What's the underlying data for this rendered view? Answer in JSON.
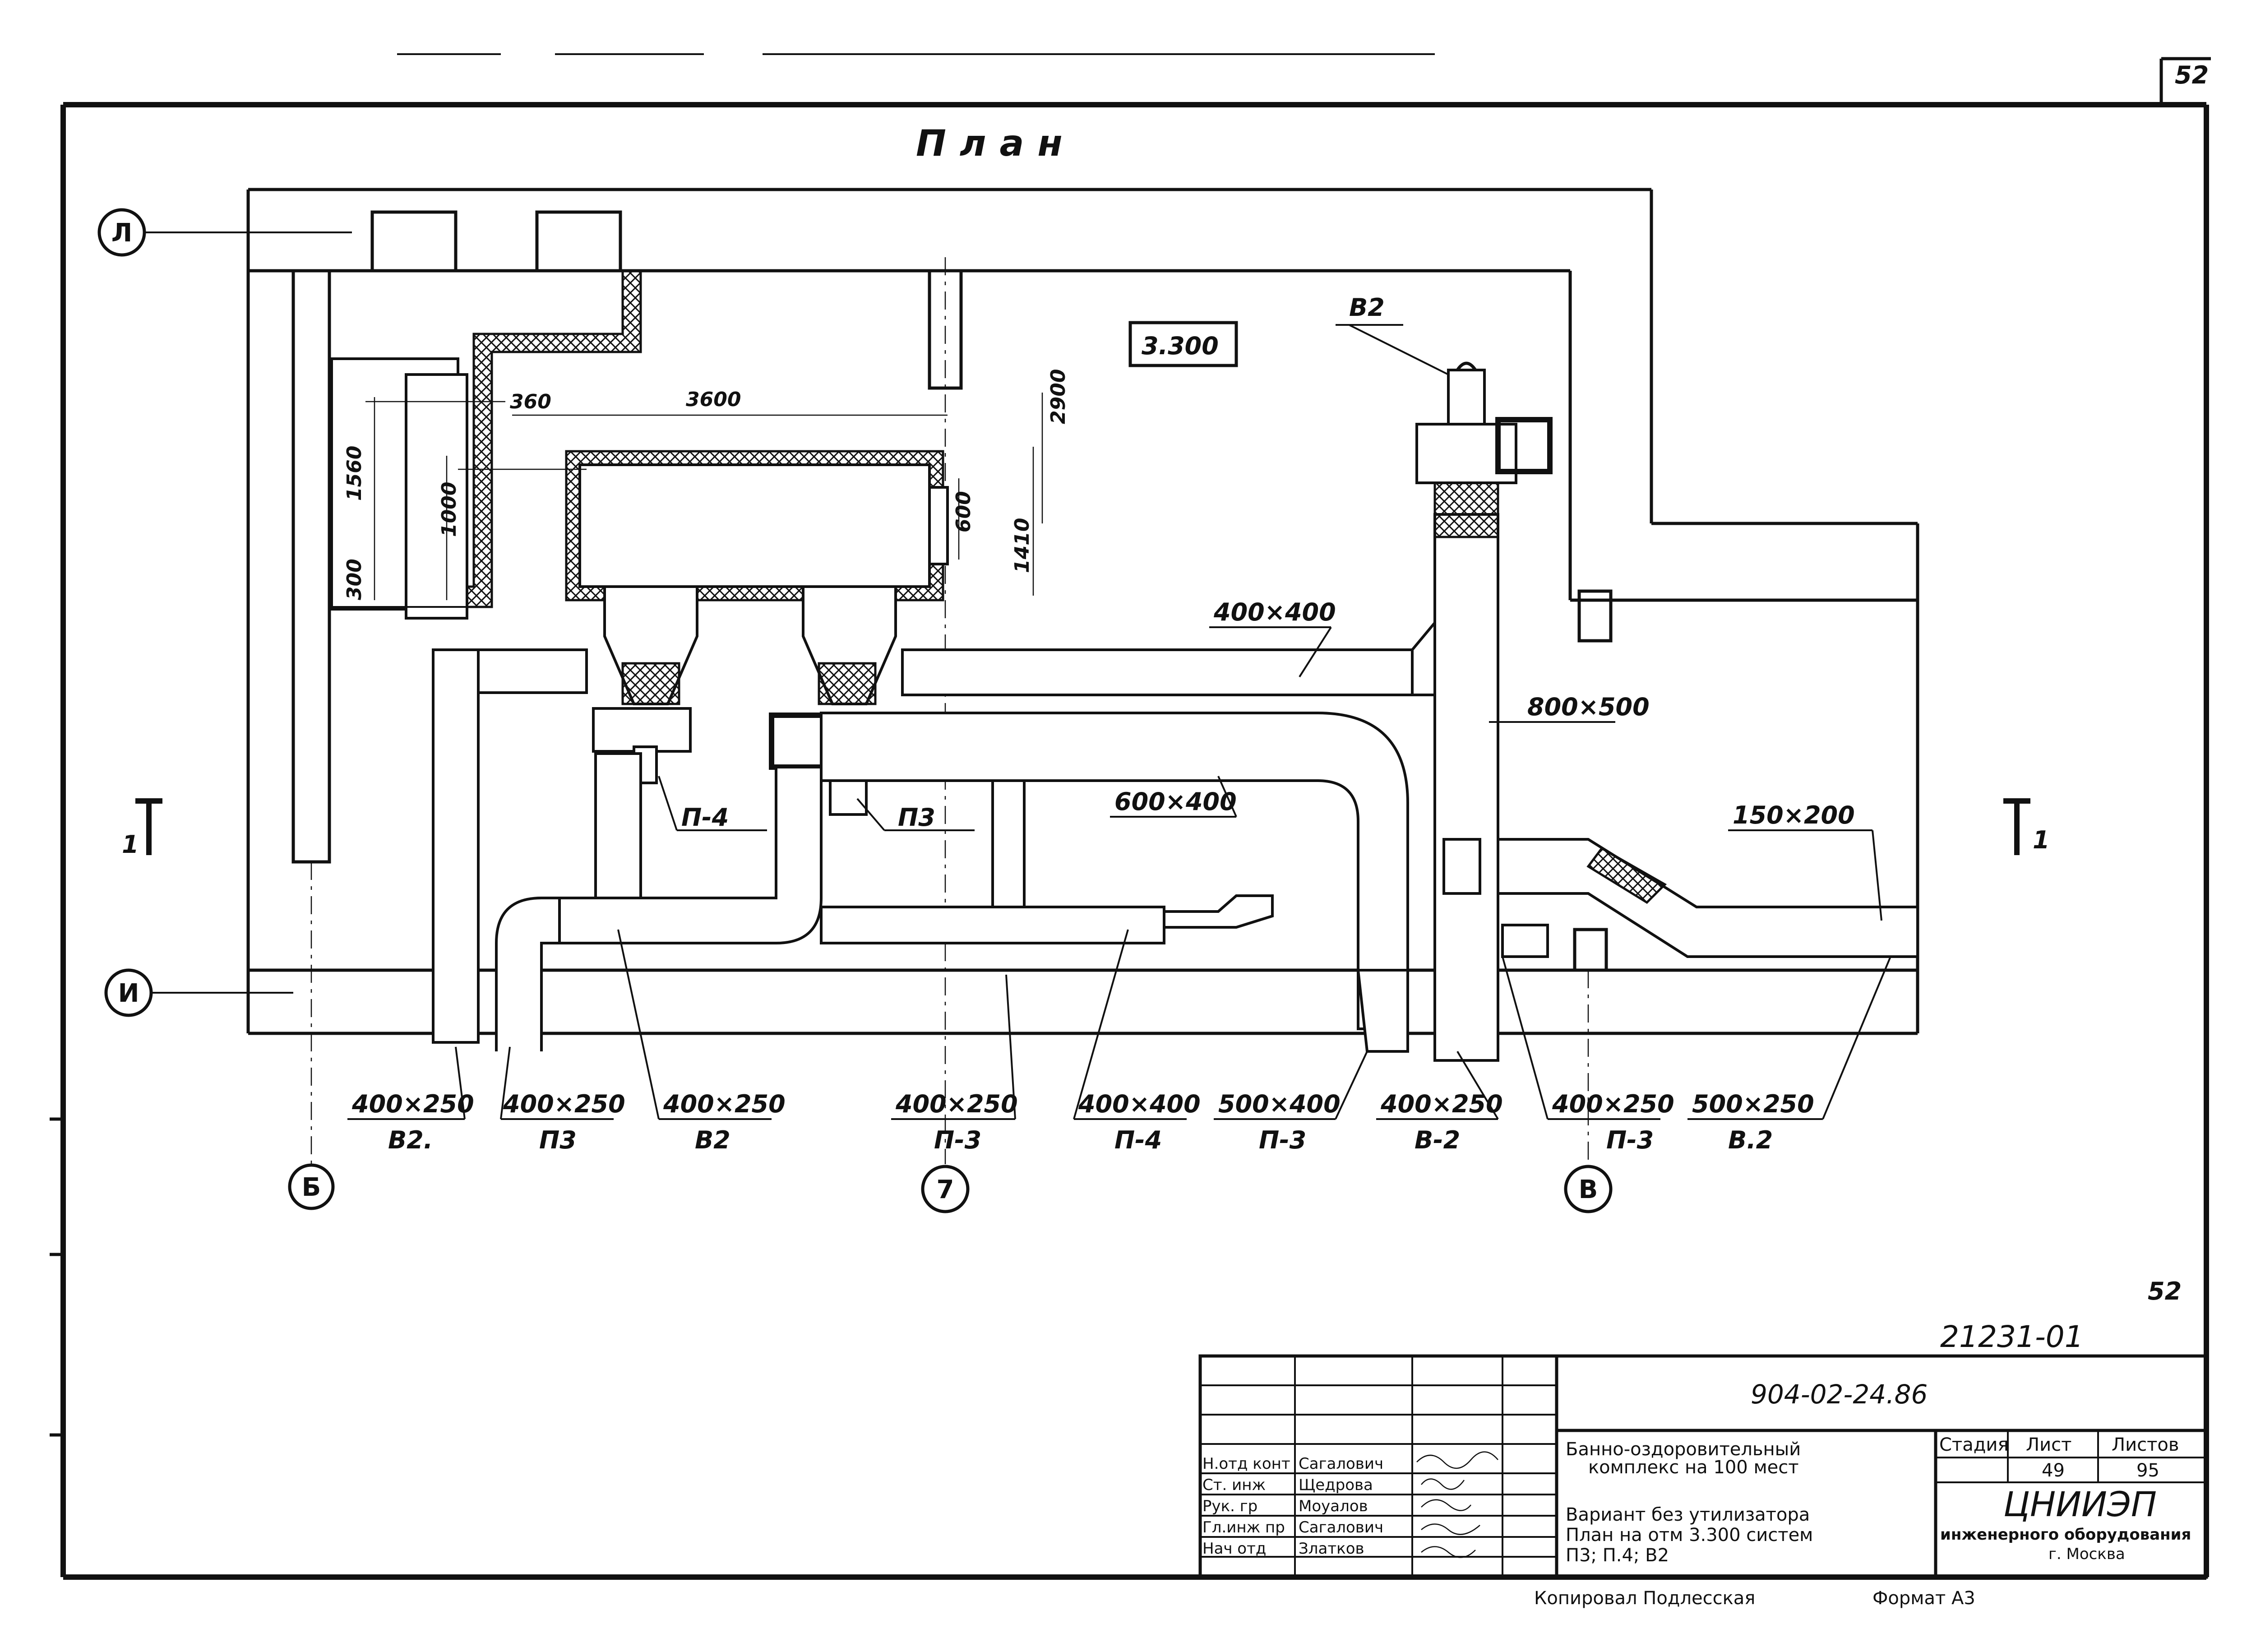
{
  "sheet": {
    "page_number_top": "52",
    "page_number_mid": "52",
    "drawing_title": "План",
    "elevation_mark": "3.300",
    "archive_number": "21231-01"
  },
  "axes": {
    "L": "Л",
    "I": "И",
    "B_cyr": "Б",
    "seven": "7",
    "V": "В"
  },
  "section_marks": {
    "left": "1",
    "right": "1"
  },
  "dimensions": {
    "d360": "360",
    "d3600": "3600",
    "d2900": "2900",
    "d1560": "1560",
    "d1000": "1000",
    "d300": "300",
    "d600": "600",
    "d1410": "1410"
  },
  "labels": {
    "b2_top": "В2",
    "p4": "П-4",
    "p3": "П3",
    "duct_400x400": "400×400",
    "duct_800x500": "800×500",
    "duct_600x400": "600×400",
    "duct_150x200": "150×200"
  },
  "callouts": [
    {
      "size": "400×250",
      "system": "В2."
    },
    {
      "size": "400×250",
      "system": "П3"
    },
    {
      "size": "400×250",
      "system": "В2"
    },
    {
      "size": "400×250",
      "system": "П-3"
    },
    {
      "size": "400×400",
      "system": "П-4"
    },
    {
      "size": "500×400",
      "system": "П-3"
    },
    {
      "size": "400×250",
      "system": "В-2"
    },
    {
      "size": "400×250",
      "system": "П-3"
    },
    {
      "size": "500×250",
      "system": "В.2"
    }
  ],
  "title_block": {
    "doc_code": "904-02-24.86",
    "project_line1": "Банно-оздоровительный",
    "project_line2": "комплекс на 100 мест",
    "sheet_line1": "Вариант без утилизатора",
    "sheet_line2": "План на отм 3.300 систем",
    "sheet_line3": "П3; П.4; В2",
    "roles": [
      "Н.отд конт",
      "Ст. инж",
      "Рук. гр",
      "Гл.инж пр",
      "Нач отд"
    ],
    "names": [
      "Сагалович",
      "Щедрова",
      "Моуалов",
      "Сагалович",
      "Златков"
    ],
    "stage_header": "Стадия",
    "sheet_header": "Лист",
    "sheets_header": "Листов",
    "sheet_no": "49",
    "sheets_total": "95",
    "org_name": "ЦНИИЭП",
    "org_line2": "инженерного оборудования",
    "org_city": "г. Москва",
    "copied_by": "Копировал Подлесская",
    "format": "Формат А3"
  }
}
